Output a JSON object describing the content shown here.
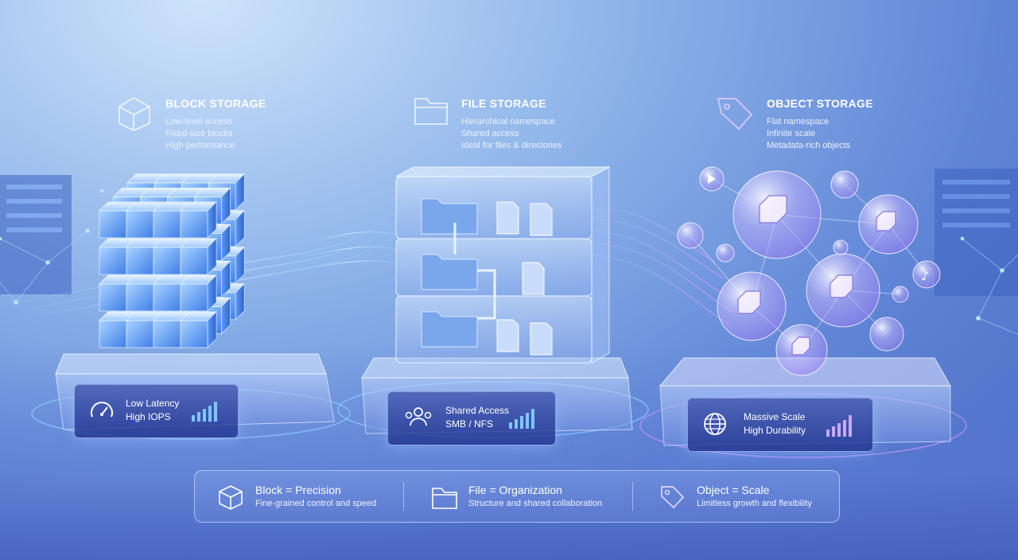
{
  "categories": [
    {
      "title": "BLOCK STORAGE",
      "icon": "cube-icon",
      "features": [
        "Low-level access",
        "Fixed-size blocks",
        "High performance"
      ],
      "badge": {
        "line1": "Low Latency",
        "line2": "High IOPS",
        "icon": "speedometer-icon"
      }
    },
    {
      "title": "FILE STORAGE",
      "icon": "folder-icon",
      "features": [
        "Hierarchical namespace",
        "Shared access",
        "Ideal for files & directories"
      ],
      "badge": {
        "line1": "Shared Access",
        "line2": "SMB / NFS",
        "icon": "users-icon"
      }
    },
    {
      "title": "OBJECT STORAGE",
      "icon": "tag-icon",
      "features": [
        "Flat namespace",
        "Infinite scale",
        "Metadata-rich objects"
      ],
      "badge": {
        "line1": "Massive Scale",
        "line2": "High Durability",
        "icon": "globe-icon"
      }
    }
  ],
  "summary": [
    {
      "title": "Block = Precision",
      "desc": "Fine-grained control and speed",
      "icon": "cube-icon"
    },
    {
      "title": "File = Organization",
      "desc": "Structure and shared collaboration",
      "icon": "folder-icon"
    },
    {
      "title": "Object = Scale",
      "desc": "Limitless growth and flexibility",
      "icon": "tag-icon"
    }
  ],
  "colors": {
    "accent_blue": "#5aa8ff",
    "accent_purple": "#b08cff",
    "badge_bg": "#2f3f95"
  }
}
